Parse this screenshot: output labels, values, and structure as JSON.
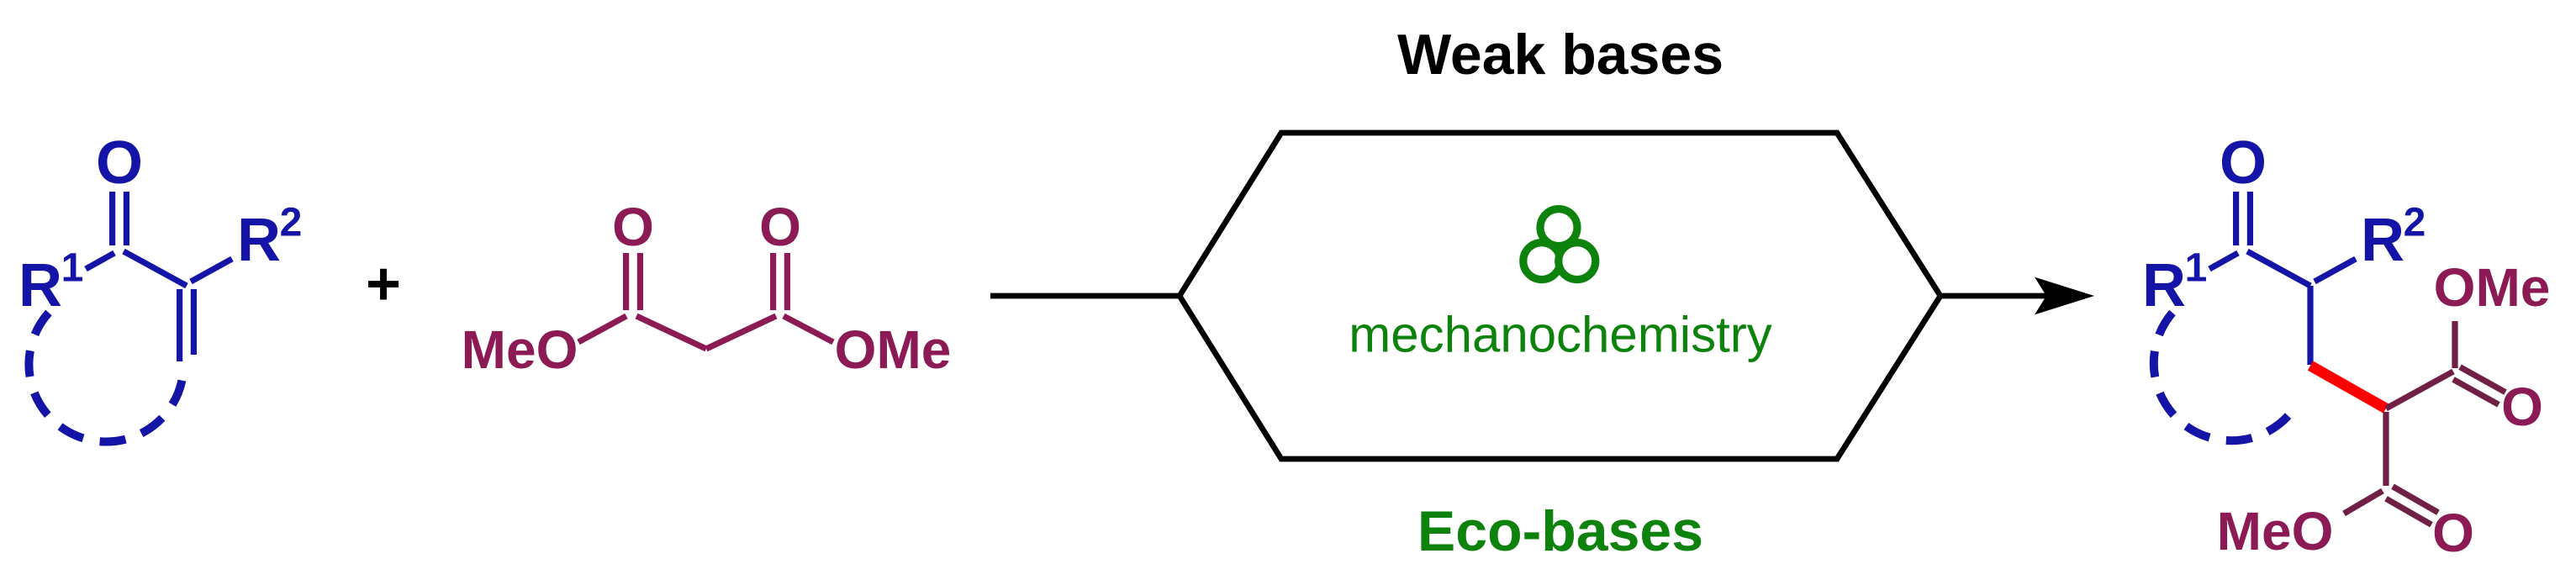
{
  "colors": {
    "enone_blue": "#1414A6",
    "malonate_wine": "#8C1A54",
    "product_dark_wine": "#702045",
    "new_bond_red": "#FF0000",
    "eco_green": "#0D830D",
    "scheme_black": "#000000",
    "background": "#FFFFFF"
  },
  "scheme": {
    "plus": "+",
    "conditions": {
      "above": "Weak bases",
      "inside": "mechanochemistry",
      "below": "Eco-bases",
      "icon": "milling-balls-icon"
    },
    "reactant_enone": {
      "carbonyl_o": "O",
      "r1_base": "R",
      "r1_sup": "1",
      "r2_base": "R",
      "r2_sup": "2"
    },
    "reagent_malonate": {
      "meo": "MeO",
      "o_left": "O",
      "o_right": "O",
      "ome": "OMe"
    },
    "product_adduct": {
      "carbonyl_o": "O",
      "r1_base": "R",
      "r1_sup": "1",
      "r2_base": "R",
      "r2_sup": "2",
      "ome_top": "OMe",
      "o_top": "O",
      "meo_bottom": "MeO",
      "o_bottom": "O"
    }
  }
}
